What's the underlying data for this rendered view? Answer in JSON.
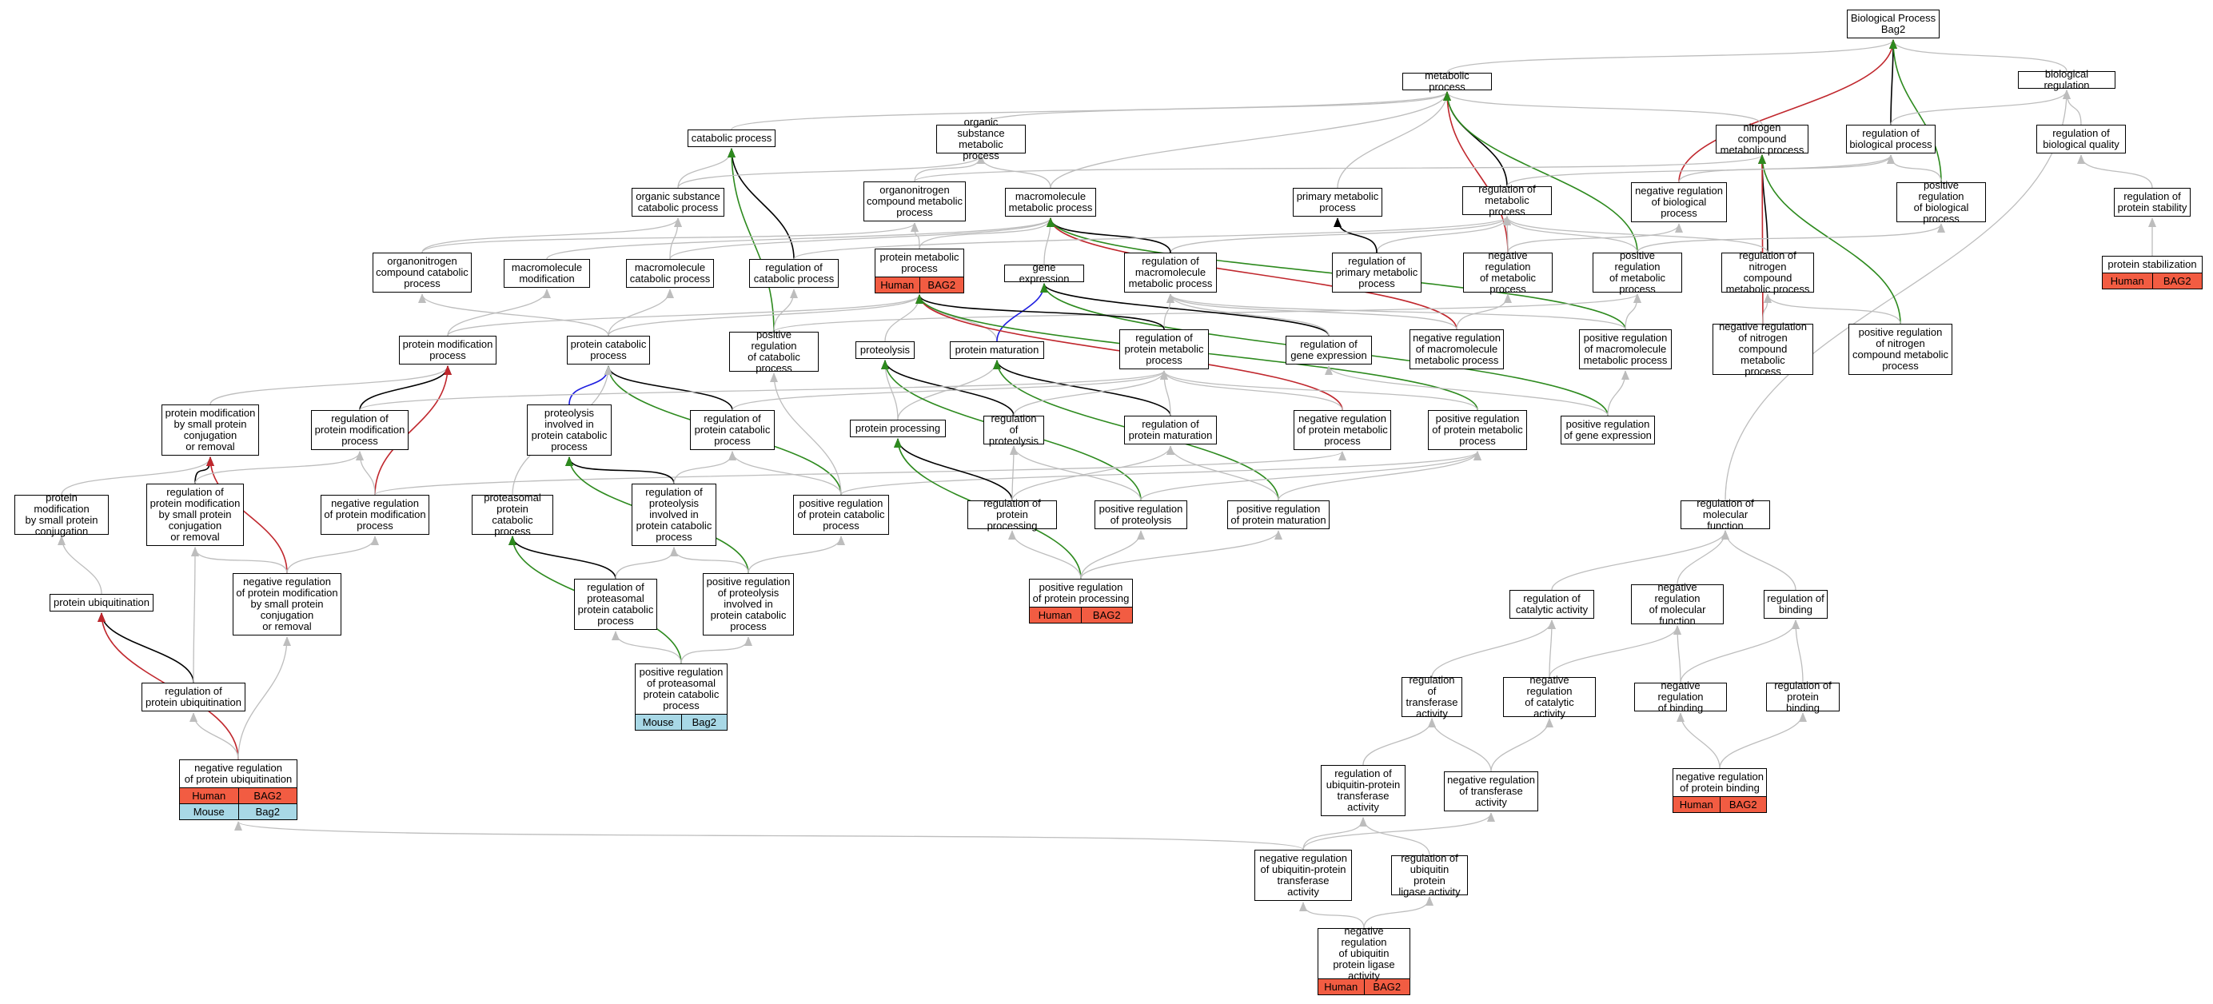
{
  "species_colors": {
    "Human": "#f25c42",
    "Mouse": "#a8d8e6"
  },
  "edge_colors": {
    "is_a": "#bdbdbd",
    "part_of": "#000000",
    "regulates": "#2d8a1e",
    "negatively_regulates": "#c0272d",
    "positively_regulates": "#2d8a1e",
    "occurs_in": "#1f1fe0"
  },
  "nodes": [
    {
      "id": "bp",
      "label": "Biological Process\nBag2"
    },
    {
      "id": "mp",
      "label": "metabolic process"
    },
    {
      "id": "br",
      "label": "biological regulation"
    },
    {
      "id": "cp",
      "label": "catabolic process"
    },
    {
      "id": "osmp",
      "label": "organic substance\nmetabolic process"
    },
    {
      "id": "ncmp",
      "label": "nitrogen compound\nmetabolic process"
    },
    {
      "id": "rbp",
      "label": "regulation of\nbiological process"
    },
    {
      "id": "rbq",
      "label": "regulation of\nbiological quality"
    },
    {
      "id": "oscp",
      "label": "organic substance\ncatabolic process"
    },
    {
      "id": "ocmp",
      "label": "organonitrogen\ncompound metabolic\nprocess"
    },
    {
      "id": "macmp",
      "label": "macromolecule\nmetabolic process"
    },
    {
      "id": "pmp0",
      "label": "primary metabolic\nprocess"
    },
    {
      "id": "rmp",
      "label": "regulation of\nmetabolic process"
    },
    {
      "id": "nrbp",
      "label": "negative regulation\nof biological\nprocess"
    },
    {
      "id": "prbp",
      "label": "positive regulation\nof biological\nprocess"
    },
    {
      "id": "rps",
      "label": "regulation of\nprotein stability"
    },
    {
      "id": "occp",
      "label": "organonitrogen\ncompound catabolic\nprocess"
    },
    {
      "id": "mm",
      "label": "macromolecule\nmodification"
    },
    {
      "id": "mcp",
      "label": "macromolecule\ncatabolic process"
    },
    {
      "id": "rcp",
      "label": "regulation of\ncatabolic process"
    },
    {
      "id": "prmp",
      "label": "protein metabolic\nprocess",
      "ann": [
        [
          "Human",
          "BAG2"
        ]
      ]
    },
    {
      "id": "ge",
      "label": "gene expression"
    },
    {
      "id": "rmmp",
      "label": "regulation of\nmacromolecule\nmetabolic process"
    },
    {
      "id": "rpmp",
      "label": "regulation of\nprimary metabolic\nprocess"
    },
    {
      "id": "nrmp",
      "label": "negative regulation\nof metabolic\nprocess"
    },
    {
      "id": "posrmp",
      "label": "positive regulation\nof metabolic\nprocess"
    },
    {
      "id": "rncmp",
      "label": "regulation of\nnitrogen compound\nmetabolic process"
    },
    {
      "id": "pstab",
      "label": "protein stabilization",
      "ann": [
        [
          "Human",
          "BAG2"
        ]
      ]
    },
    {
      "id": "pmod",
      "label": "protein modification\nprocess"
    },
    {
      "id": "pcp",
      "label": "protein catabolic\nprocess"
    },
    {
      "id": "prcp",
      "label": "positive regulation\nof catabolic\nprocess"
    },
    {
      "id": "prot",
      "label": "proteolysis"
    },
    {
      "id": "pmat",
      "label": "protein maturation"
    },
    {
      "id": "rprmp",
      "label": "regulation of\nprotein metabolic\nprocess"
    },
    {
      "id": "rge",
      "label": "regulation of\ngene expression"
    },
    {
      "id": "nrmmp",
      "label": "negative regulation\nof macromolecule\nmetabolic process"
    },
    {
      "id": "prmmp",
      "label": "positive regulation\nof macromolecule\nmetabolic process"
    },
    {
      "id": "nrncmp",
      "label": "negative regulation\nof nitrogen\ncompound metabolic\nprocess"
    },
    {
      "id": "prncmp",
      "label": "positive regulation\nof nitrogen\ncompound metabolic\nprocess"
    },
    {
      "id": "pmsp",
      "label": "protein modification\nby small protein\nconjugation\nor removal"
    },
    {
      "id": "rpmodp",
      "label": "regulation of\nprotein modification\nprocess"
    },
    {
      "id": "pipcp",
      "label": "proteolysis\ninvolved in\nprotein catabolic\nprocess"
    },
    {
      "id": "rpcp",
      "label": "regulation of\nprotein catabolic\nprocess"
    },
    {
      "id": "pproc",
      "label": "protein processing"
    },
    {
      "id": "rprot",
      "label": "regulation of\nproteolysis"
    },
    {
      "id": "rpmat",
      "label": "regulation of\nprotein maturation"
    },
    {
      "id": "nrpmp",
      "label": "negative regulation\nof protein metabolic\nprocess"
    },
    {
      "id": "prpmp",
      "label": "positive regulation\nof protein metabolic\nprocess"
    },
    {
      "id": "prge",
      "label": "positive regulation\nof gene expression"
    },
    {
      "id": "pmspc",
      "label": "protein modification\nby small protein\nconjugation"
    },
    {
      "id": "rpmsp",
      "label": "regulation of\nprotein modification\nby small protein\nconjugation\nor removal"
    },
    {
      "id": "nrpmodp",
      "label": "negative regulation\nof protein modification\nprocess"
    },
    {
      "id": "ppcp",
      "label": "proteasomal\nprotein catabolic\nprocess"
    },
    {
      "id": "rpipcp",
      "label": "regulation of\nproteolysis\ninvolved in\nprotein catabolic\nprocess"
    },
    {
      "id": "prpcp",
      "label": "positive regulation\nof protein catabolic\nprocess"
    },
    {
      "id": "rpproc",
      "label": "regulation of\nprotein processing"
    },
    {
      "id": "prprot",
      "label": "positive regulation\nof proteolysis"
    },
    {
      "id": "prpmat",
      "label": "positive regulation\nof protein maturation"
    },
    {
      "id": "rmf",
      "label": "regulation of\nmolecular function"
    },
    {
      "id": "pu",
      "label": "protein ubiquitination"
    },
    {
      "id": "nrpmsp",
      "label": "negative regulation\nof protein modification\nby small protein\nconjugation\nor removal"
    },
    {
      "id": "rppcp",
      "label": "regulation of\nproteasomal\nprotein catabolic\nprocess"
    },
    {
      "id": "prpipcp",
      "label": "positive regulation\nof proteolysis\ninvolved in\nprotein catabolic\nprocess"
    },
    {
      "id": "prpproc",
      "label": "positive regulation\nof protein processing",
      "ann": [
        [
          "Human",
          "BAG2"
        ]
      ]
    },
    {
      "id": "rca",
      "label": "regulation of\ncatalytic activity"
    },
    {
      "id": "nrmf",
      "label": "negative regulation\nof molecular\nfunction"
    },
    {
      "id": "rbind",
      "label": "regulation of\nbinding"
    },
    {
      "id": "rpu",
      "label": "regulation of\nprotein ubiquitination"
    },
    {
      "id": "prppcp",
      "label": "positive regulation\nof proteasomal\nprotein catabolic\nprocess",
      "ann": [
        [
          "Mouse",
          "Bag2"
        ]
      ]
    },
    {
      "id": "rta",
      "label": "regulation of\ntransferase\nactivity"
    },
    {
      "id": "nrca",
      "label": "negative regulation\nof catalytic\nactivity"
    },
    {
      "id": "nrb",
      "label": "negative regulation\nof binding"
    },
    {
      "id": "rpb",
      "label": "regulation of\nprotein binding"
    },
    {
      "id": "nrpu",
      "label": "negative regulation\nof protein ubiquitination",
      "ann": [
        [
          "Human",
          "BAG2"
        ],
        [
          "Mouse",
          "Bag2"
        ]
      ]
    },
    {
      "id": "rupta",
      "label": "regulation of\nubiquitin-protein\ntransferase\nactivity"
    },
    {
      "id": "nrta",
      "label": "negative regulation\nof transferase\nactivity"
    },
    {
      "id": "nrpb",
      "label": "negative regulation\nof protein binding",
      "ann": [
        [
          "Human",
          "BAG2"
        ]
      ]
    },
    {
      "id": "nrupta",
      "label": "negative regulation\nof ubiquitin-protein\ntransferase\nactivity"
    },
    {
      "id": "ruplа",
      "label": "regulation of\nubiquitin protein\nligase activity"
    },
    {
      "id": "nrupla",
      "label": "negative regulation\nof ubiquitin\nprotein ligase\nactivity",
      "ann": [
        [
          "Human",
          "BAG2"
        ]
      ]
    }
  ],
  "edges": [
    [
      "mp",
      "bp",
      "is_a"
    ],
    [
      "br",
      "bp",
      "is_a"
    ],
    [
      "rbp",
      "bp",
      "part_of"
    ],
    [
      "nrbp",
      "bp",
      "negatively_regulates"
    ],
    [
      "prbp",
      "bp",
      "positively_regulates"
    ],
    [
      "rbp",
      "br",
      "is_a"
    ],
    [
      "rbq",
      "br",
      "is_a"
    ],
    [
      "rmf",
      "br",
      "is_a"
    ],
    [
      "rps",
      "rbq",
      "is_a"
    ],
    [
      "pstab",
      "rps",
      "is_a"
    ],
    [
      "cp",
      "mp",
      "is_a"
    ],
    [
      "osmp",
      "mp",
      "is_a"
    ],
    [
      "ncmp",
      "mp",
      "is_a"
    ],
    [
      "pmp0",
      "mp",
      "is_a"
    ],
    [
      "macmp",
      "mp",
      "is_a"
    ],
    [
      "rmp",
      "mp",
      "part_of"
    ],
    [
      "nrmp",
      "mp",
      "negatively_regulates"
    ],
    [
      "posrmp",
      "mp",
      "positively_regulates"
    ],
    [
      "oscp",
      "cp",
      "is_a"
    ],
    [
      "rcp",
      "cp",
      "part_of"
    ],
    [
      "prcp",
      "cp",
      "positively_regulates"
    ],
    [
      "oscp",
      "osmp",
      "is_a"
    ],
    [
      "ocmp",
      "osmp",
      "is_a"
    ],
    [
      "macmp",
      "osmp",
      "is_a"
    ],
    [
      "ocmp",
      "ncmp",
      "is_a"
    ],
    [
      "rncmp",
      "ncmp",
      "part_of"
    ],
    [
      "nrncmp",
      "ncmp",
      "negatively_regulates"
    ],
    [
      "prncmp",
      "ncmp",
      "positively_regulates"
    ],
    [
      "rmp",
      "rbp",
      "is_a"
    ],
    [
      "nrbp",
      "rbp",
      "is_a"
    ],
    [
      "prbp",
      "rbp",
      "is_a"
    ],
    [
      "nrmp",
      "nrbp",
      "is_a"
    ],
    [
      "posrmp",
      "prbp",
      "is_a"
    ],
    [
      "nrmp",
      "rmp",
      "is_a"
    ],
    [
      "posrmp",
      "rmp",
      "is_a"
    ],
    [
      "rpmp",
      "rmp",
      "is_a"
    ],
    [
      "rmmp",
      "rmp",
      "is_a"
    ],
    [
      "rncmp",
      "rmp",
      "is_a"
    ],
    [
      "rpmp",
      "pmp0",
      "part_of"
    ],
    [
      "occp",
      "oscp",
      "is_a"
    ],
    [
      "mcp",
      "oscp",
      "is_a"
    ],
    [
      "occp",
      "ocmp",
      "is_a"
    ],
    [
      "prmp",
      "ocmp",
      "is_a"
    ],
    [
      "prmp",
      "macmp",
      "is_a"
    ],
    [
      "ge",
      "macmp",
      "is_a"
    ],
    [
      "mm",
      "macmp",
      "is_a"
    ],
    [
      "mcp",
      "macmp",
      "is_a"
    ],
    [
      "rmmp",
      "macmp",
      "part_of"
    ],
    [
      "nrmmp",
      "macmp",
      "negatively_regulates"
    ],
    [
      "prmmp",
      "macmp",
      "positively_regulates"
    ],
    [
      "pmod",
      "mm",
      "is_a"
    ],
    [
      "pcp",
      "mcp",
      "is_a"
    ],
    [
      "pcp",
      "occp",
      "is_a"
    ],
    [
      "pmod",
      "prmp",
      "is_a"
    ],
    [
      "pcp",
      "prmp",
      "is_a"
    ],
    [
      "prot",
      "prmp",
      "is_a"
    ],
    [
      "pmat",
      "prmp",
      "is_a"
    ],
    [
      "rcp",
      "rmp",
      "is_a"
    ],
    [
      "prcp",
      "rcp",
      "is_a"
    ],
    [
      "prcp",
      "posrmp",
      "is_a"
    ],
    [
      "pmat",
      "ge",
      "occurs_in"
    ],
    [
      "rge",
      "ge",
      "part_of"
    ],
    [
      "prge",
      "ge",
      "positively_regulates"
    ],
    [
      "rge",
      "rmmp",
      "is_a"
    ],
    [
      "nrmmp",
      "rmmp",
      "is_a"
    ],
    [
      "prmmp",
      "rmmp",
      "is_a"
    ],
    [
      "rprmp",
      "rmmp",
      "is_a"
    ],
    [
      "nrmmp",
      "nrmp",
      "is_a"
    ],
    [
      "prmmp",
      "posrmp",
      "is_a"
    ],
    [
      "nrncmp",
      "rncmp",
      "is_a"
    ],
    [
      "prncmp",
      "rncmp",
      "is_a"
    ],
    [
      "rprmp",
      "prmp",
      "part_of"
    ],
    [
      "nrpmp",
      "prmp",
      "negatively_regulates"
    ],
    [
      "prpmp",
      "prmp",
      "positively_regulates"
    ],
    [
      "pmsp",
      "pmod",
      "is_a"
    ],
    [
      "rpmodp",
      "pmod",
      "part_of"
    ],
    [
      "nrpmodp",
      "pmod",
      "negatively_regulates"
    ],
    [
      "pipcp",
      "pcp",
      "occurs_in"
    ],
    [
      "rpcp",
      "pcp",
      "part_of"
    ],
    [
      "prpcp",
      "pcp",
      "positively_regulates"
    ],
    [
      "ppcp",
      "pcp",
      "is_a"
    ],
    [
      "pproc",
      "prot",
      "is_a"
    ],
    [
      "pproc",
      "pmat",
      "is_a"
    ],
    [
      "rprot",
      "prot",
      "part_of"
    ],
    [
      "rpmat",
      "pmat",
      "part_of"
    ],
    [
      "prprot",
      "prot",
      "positively_regulates"
    ],
    [
      "prpmat",
      "pmat",
      "positively_regulates"
    ],
    [
      "rpmodp",
      "rprmp",
      "is_a"
    ],
    [
      "rpcp",
      "rprmp",
      "is_a"
    ],
    [
      "rprot",
      "rprmp",
      "is_a"
    ],
    [
      "rpmat",
      "rprmp",
      "is_a"
    ],
    [
      "nrpmp",
      "rprmp",
      "is_a"
    ],
    [
      "prpmp",
      "rprmp",
      "is_a"
    ],
    [
      "prge",
      "rge",
      "is_a"
    ],
    [
      "prge",
      "prmmp",
      "is_a"
    ],
    [
      "pmspc",
      "pmsp",
      "is_a"
    ],
    [
      "rpmsp",
      "pmsp",
      "part_of"
    ],
    [
      "nrpmsp",
      "pmsp",
      "negatively_regulates"
    ],
    [
      "rpmsp",
      "rpmodp",
      "is_a"
    ],
    [
      "nrpmodp",
      "rpmodp",
      "is_a"
    ],
    [
      "nrpmodp",
      "nrpmp",
      "is_a"
    ],
    [
      "rpipcp",
      "pipcp",
      "part_of"
    ],
    [
      "prpipcp",
      "pipcp",
      "positively_regulates"
    ],
    [
      "rpipcp",
      "rpcp",
      "is_a"
    ],
    [
      "prpcp",
      "rpcp",
      "is_a"
    ],
    [
      "prpcp",
      "prcp",
      "is_a"
    ],
    [
      "prpcp",
      "prpmp",
      "is_a"
    ],
    [
      "rpproc",
      "pproc",
      "part_of"
    ],
    [
      "prpproc",
      "pproc",
      "positively_regulates"
    ],
    [
      "rpproc",
      "rprot",
      "is_a"
    ],
    [
      "rpproc",
      "rpmat",
      "is_a"
    ],
    [
      "prprot",
      "rprot",
      "is_a"
    ],
    [
      "prpmat",
      "rpmat",
      "is_a"
    ],
    [
      "prprot",
      "prpmp",
      "is_a"
    ],
    [
      "prpmat",
      "prpmp",
      "is_a"
    ],
    [
      "pu",
      "pmspc",
      "is_a"
    ],
    [
      "rpu",
      "pu",
      "part_of"
    ],
    [
      "nrpu",
      "pu",
      "negatively_regulates"
    ],
    [
      "rpu",
      "rpmsp",
      "is_a"
    ],
    [
      "nrpmsp",
      "rpmsp",
      "is_a"
    ],
    [
      "nrpmsp",
      "nrpmodp",
      "is_a"
    ],
    [
      "rppcp",
      "ppcp",
      "part_of"
    ],
    [
      "prppcp",
      "ppcp",
      "positively_regulates"
    ],
    [
      "rppcp",
      "rpipcp",
      "is_a"
    ],
    [
      "prpipcp",
      "rpipcp",
      "is_a"
    ],
    [
      "prpipcp",
      "prpcp",
      "is_a"
    ],
    [
      "prppcp",
      "rppcp",
      "is_a"
    ],
    [
      "prppcp",
      "prpipcp",
      "is_a"
    ],
    [
      "prpproc",
      "rpproc",
      "is_a"
    ],
    [
      "prpproc",
      "prprot",
      "is_a"
    ],
    [
      "prpproc",
      "prpmat",
      "is_a"
    ],
    [
      "nrpu",
      "rpu",
      "is_a"
    ],
    [
      "nrpu",
      "nrpmsp",
      "is_a"
    ],
    [
      "rca",
      "rmf",
      "is_a"
    ],
    [
      "nrmf",
      "rmf",
      "is_a"
    ],
    [
      "rbind",
      "rmf",
      "is_a"
    ],
    [
      "rta",
      "rca",
      "is_a"
    ],
    [
      "nrca",
      "rca",
      "is_a"
    ],
    [
      "nrca",
      "nrmf",
      "is_a"
    ],
    [
      "nrb",
      "nrmf",
      "is_a"
    ],
    [
      "nrb",
      "rbind",
      "is_a"
    ],
    [
      "rpb",
      "rbind",
      "is_a"
    ],
    [
      "rupta",
      "rta",
      "is_a"
    ],
    [
      "nrta",
      "rta",
      "is_a"
    ],
    [
      "nrta",
      "nrca",
      "is_a"
    ],
    [
      "nrpb",
      "nrb",
      "is_a"
    ],
    [
      "nrpb",
      "rpb",
      "is_a"
    ],
    [
      "nrupta",
      "rupta",
      "is_a"
    ],
    [
      "nrupta",
      "nrta",
      "is_a"
    ],
    [
      "nrupta",
      "nrpu",
      "is_a"
    ],
    [
      "ruplа",
      "rupta",
      "is_a"
    ],
    [
      "nrupla",
      "nrupta",
      "is_a"
    ],
    [
      "nrupla",
      "ruplа",
      "is_a"
    ]
  ]
}
